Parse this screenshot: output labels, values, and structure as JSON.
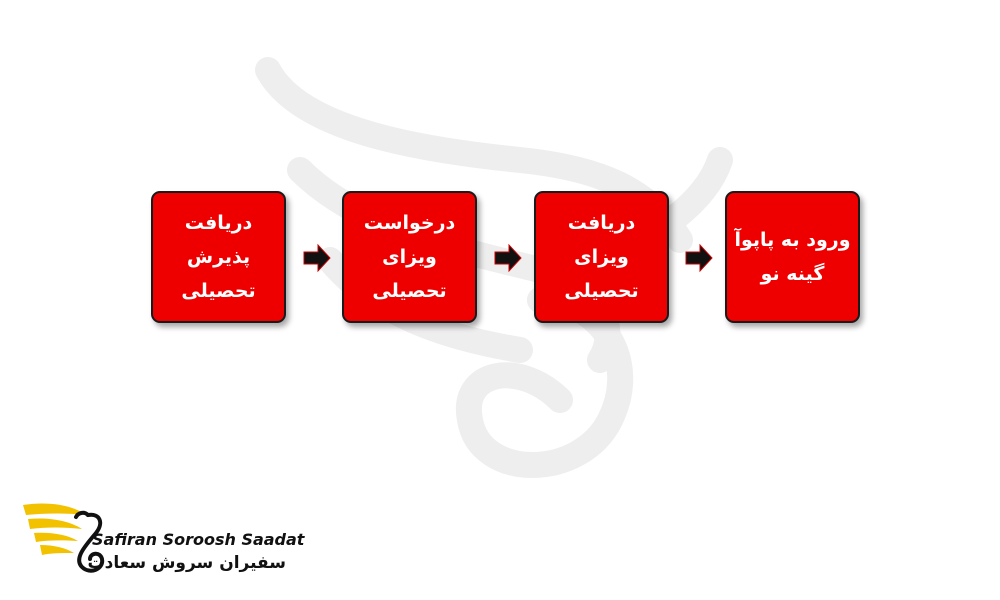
{
  "steps": [
    {
      "lines": [
        "دریافت",
        "پذیرش",
        "تحصیلی"
      ]
    },
    {
      "lines": [
        "درخواست",
        "ویزای",
        "تحصیلی"
      ]
    },
    {
      "lines": [
        "دریافت",
        "ویزای",
        "تحصیلی"
      ]
    },
    {
      "lines": [
        "ورود به پاپوآ",
        "گینه نو"
      ]
    }
  ],
  "brand": {
    "name_en": "Safiran Soroosh Saadat",
    "name_fa": "سفیران سروش سعادت"
  },
  "colors": {
    "box_fill": "#ee0000",
    "box_border": "#1a1a1a",
    "box_text": "#ffffff",
    "arrow": "#111111",
    "logo_wing": "#f2c200"
  }
}
